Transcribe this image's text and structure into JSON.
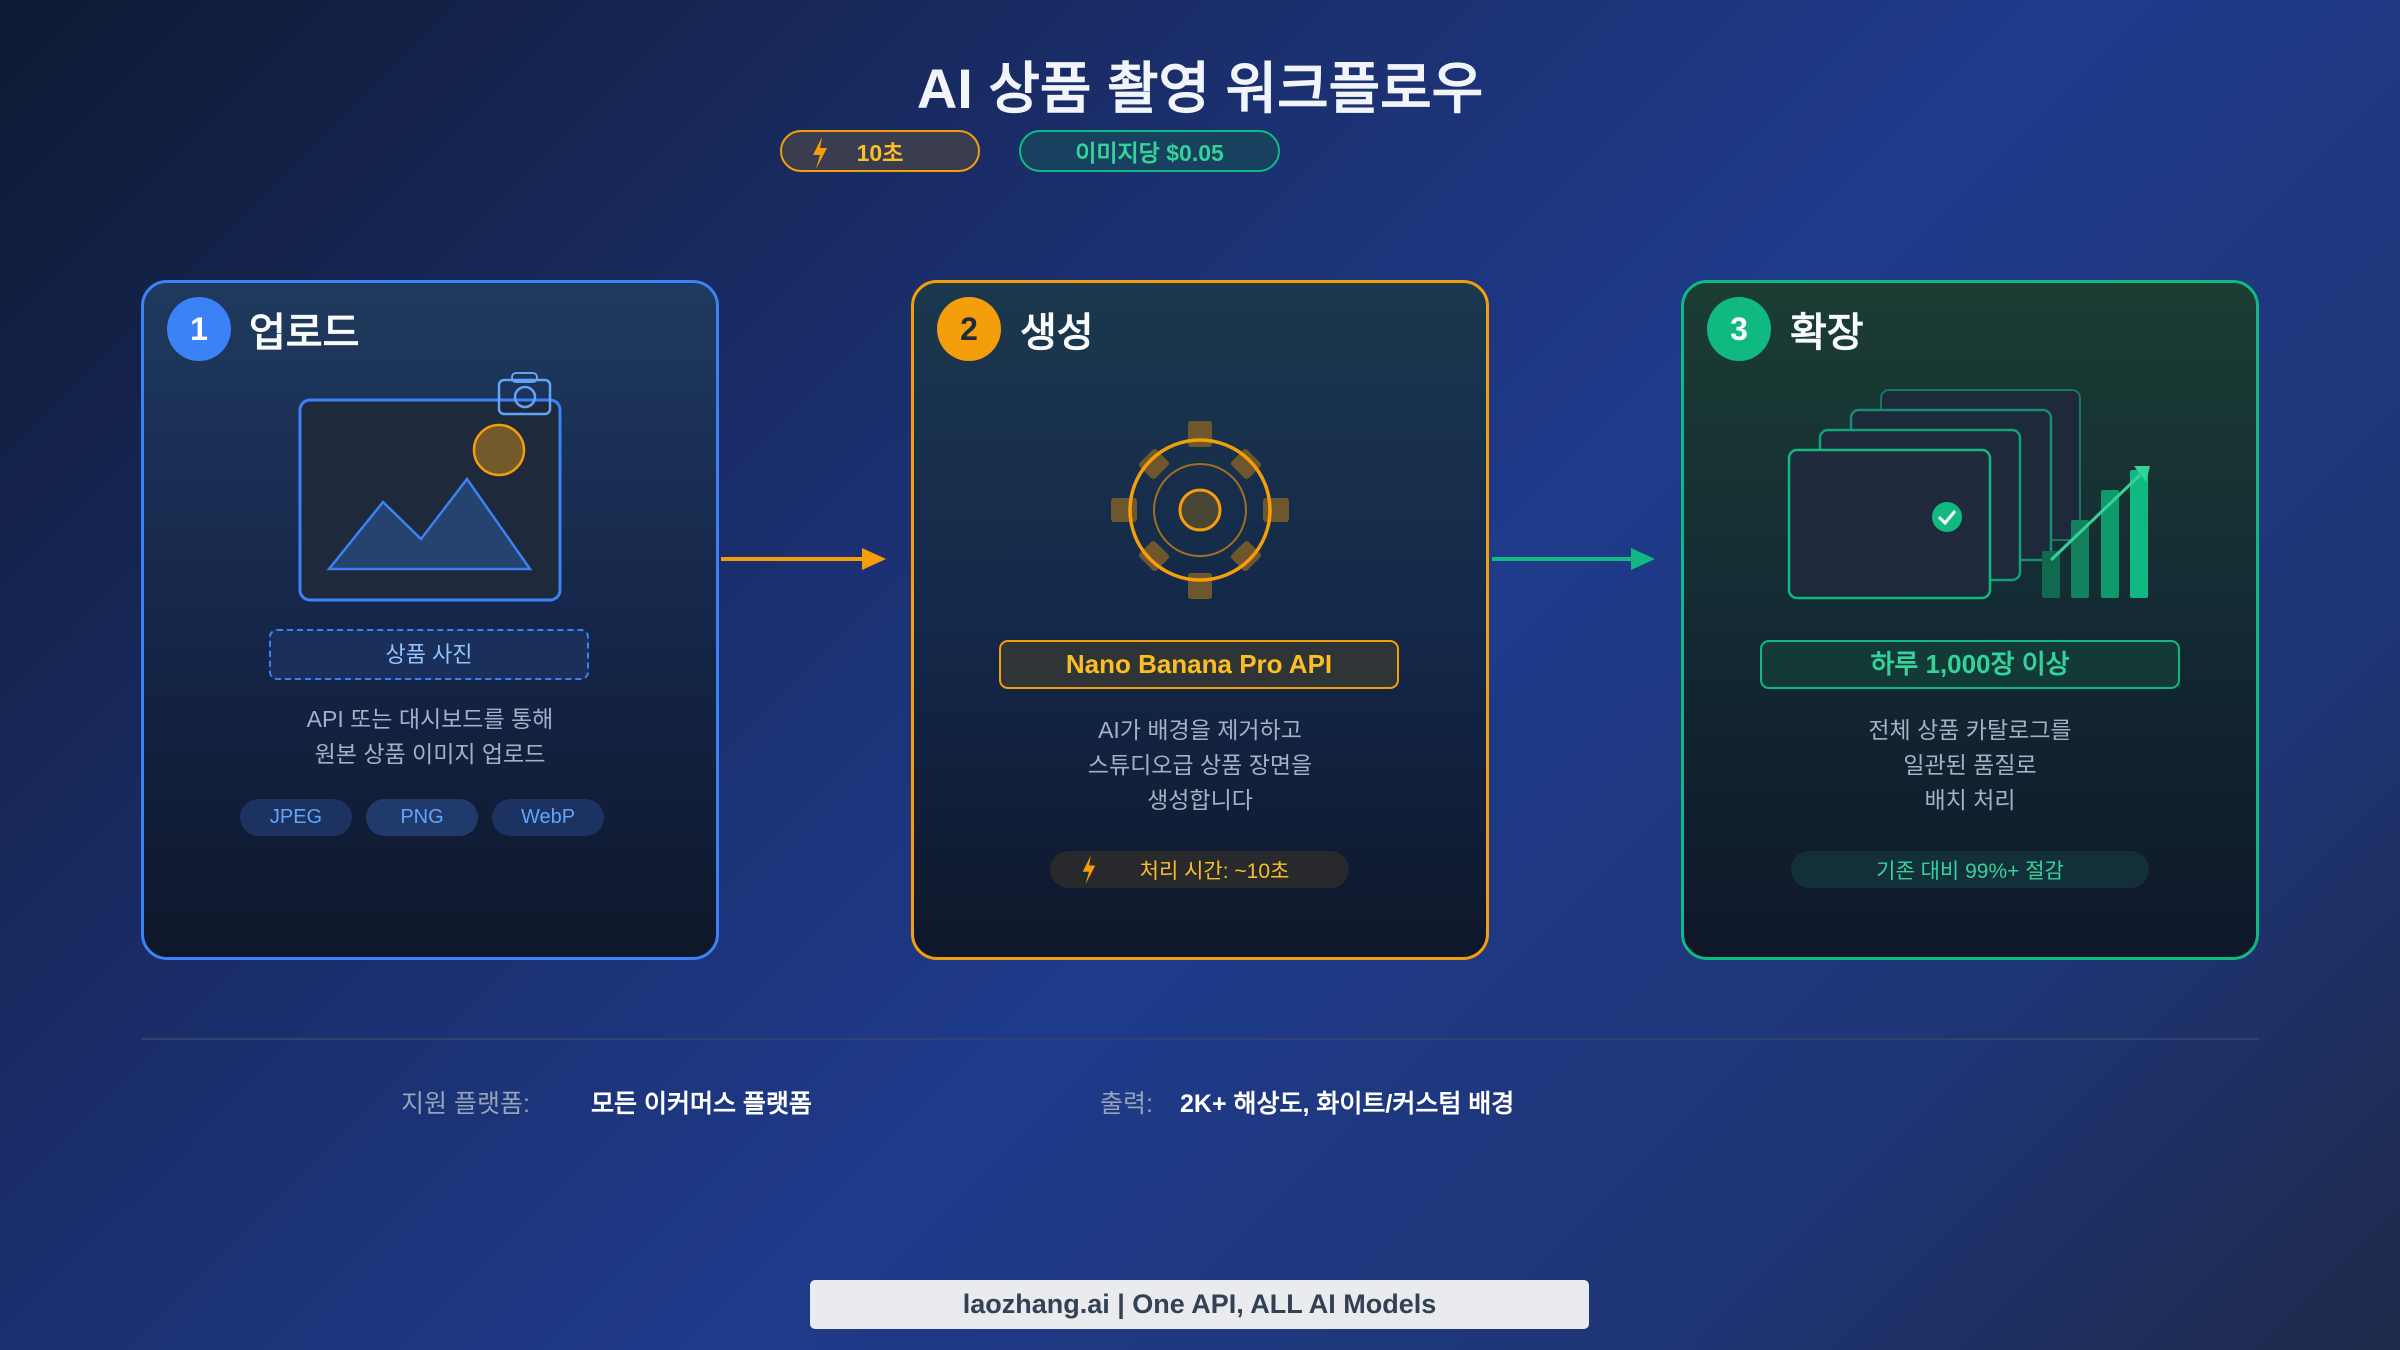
{
  "title": "AI 상품 촬영 워크플로우",
  "badges": {
    "speed": {
      "icon": "lightning-icon",
      "label": "10초",
      "color": "#f59e0b"
    },
    "price": {
      "label": "이미지당 $0.05",
      "color": "#10b981"
    }
  },
  "steps": [
    {
      "number": "1",
      "title": "업로드",
      "color": "#3b82f6",
      "icon": "image-upload-icon",
      "label": "상품 사진",
      "description": [
        "API 또는 대시보드를 통해",
        "원본 상품 이미지 업로드"
      ],
      "formats": [
        "JPEG",
        "PNG",
        "WebP"
      ]
    },
    {
      "number": "2",
      "title": "생성",
      "color": "#f59e0b",
      "icon": "gear-icon",
      "label": "Nano Banana Pro API",
      "description": [
        "AI가 배경을 제거하고",
        "스튜디오급 상품 장면을",
        "생성합니다"
      ],
      "pill": {
        "icon": "lightning-icon",
        "text": "처리 시간: ~10초"
      }
    },
    {
      "number": "3",
      "title": "확장",
      "color": "#10b981",
      "icon": "batch-growth-icon",
      "label": "하루 1,000장 이상",
      "description": [
        "전체 상품 카탈로그를",
        "일관된 품질로",
        "배치 처리"
      ],
      "pill": {
        "text": "기존 대비 99%+ 절감"
      }
    }
  ],
  "footer_info": [
    {
      "label": "지원 플랫폼:",
      "value": "모든 이커머스 플랫폼"
    },
    {
      "label": "출력:",
      "value": "2K+ 해상도, 화이트/커스텀 배경"
    }
  ],
  "branding": "laozhang.ai | One API, ALL AI Models"
}
